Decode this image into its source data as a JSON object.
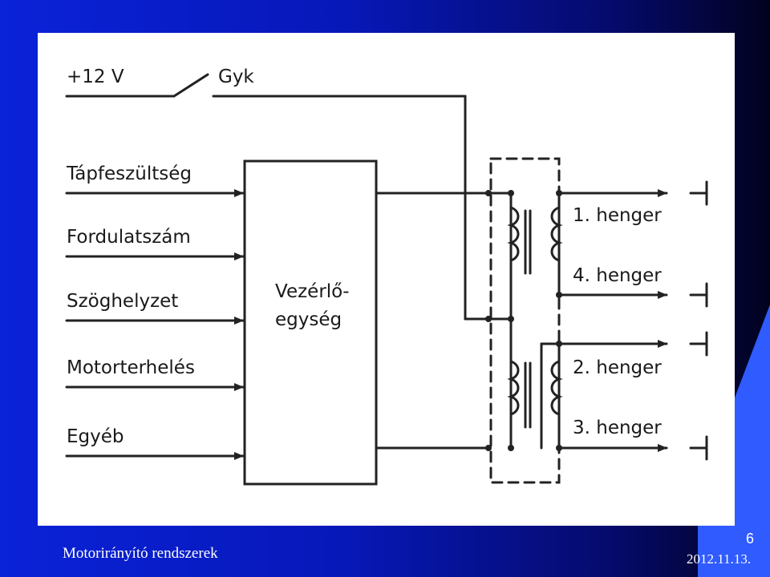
{
  "diagram": {
    "supply_label": "+12 V",
    "switch_label": "Gyk",
    "inputs": [
      "Tápfeszültség",
      "Fordulatszám",
      "Szöghelyzet",
      "Motorterhelés",
      "Egyéb"
    ],
    "ecu_line1": "Vezérlő-",
    "ecu_line2": "egység",
    "cylinders": [
      "1. henger",
      "4. henger",
      "2. henger",
      "3. henger"
    ]
  },
  "footer": {
    "title": "Motorirányító rendszerek",
    "page_number": "6",
    "date": "2012.11.13."
  }
}
